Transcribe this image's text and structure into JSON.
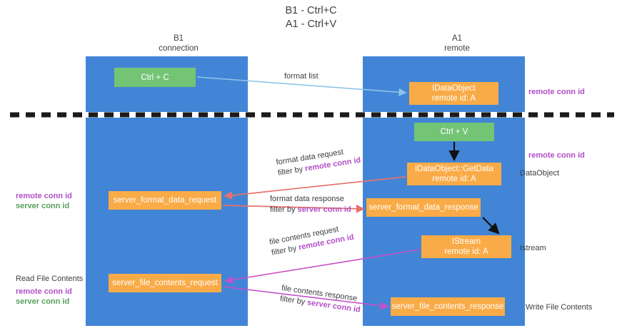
{
  "title": "B1 - Ctrl+C\nA1 - Ctrl+V",
  "columns": {
    "left": "B1\nconnection",
    "right": "A1\nremote"
  },
  "nodes": {
    "ctrl_c": "Ctrl + C",
    "idataobject": "IDataObject\nremote id: A",
    "ctrl_v": "Ctrl + V",
    "getdata": "IDataObject::GetData\nremote id: A",
    "server_format_data_request": "server_format_data_request",
    "server_format_data_response": "server_format_data_response",
    "istream": "IStream\nremote id: A",
    "server_file_contents_request": "server_file_contents_request",
    "server_file_contents_response": "server_file_contents_response"
  },
  "edges": {
    "format_list": "format list",
    "format_data_request": "format data request",
    "format_data_request_filter_prefix": "filter by ",
    "format_data_request_filter_key": "remote conn id",
    "format_data_response": "format data response",
    "format_data_response_filter_prefix": "filter by ",
    "format_data_response_filter_key": "server conn id",
    "file_contents_request": "file contents request",
    "file_contents_request_filter_prefix": "filter by ",
    "file_contents_request_filter_key": "remote conn id",
    "file_contents_response": "file contents response",
    "file_contents_response_filter_prefix": "filter by ",
    "file_contents_response_filter_key": "server conn id"
  },
  "annotations": {
    "right_remote_conn_id_top": "remote conn id",
    "right_remote_conn_id_mid": "remote conn id",
    "right_dataobject": "DataObject",
    "right_istream": "Istream",
    "right_write_file_contents": "Write File Contents",
    "left_remote_conn_id": "remote conn id",
    "left_server_conn_id": "server conn id",
    "left_read_file_contents": "Read File Contents",
    "left_remote_conn_id_2": "remote conn id",
    "left_server_conn_id_2": "server conn id"
  },
  "colors": {
    "lane_blue": "#4285d6",
    "node_green": "#74c476",
    "node_orange": "#f9ab47",
    "edge_light_blue": "#8ec4e8",
    "edge_red": "#e8716a",
    "edge_magenta": "#c84fc8",
    "edge_black": "#000000",
    "highlight_purple": "#b24fc8",
    "highlight_green": "#57a05a",
    "divider_black": "#1b1b1b"
  }
}
